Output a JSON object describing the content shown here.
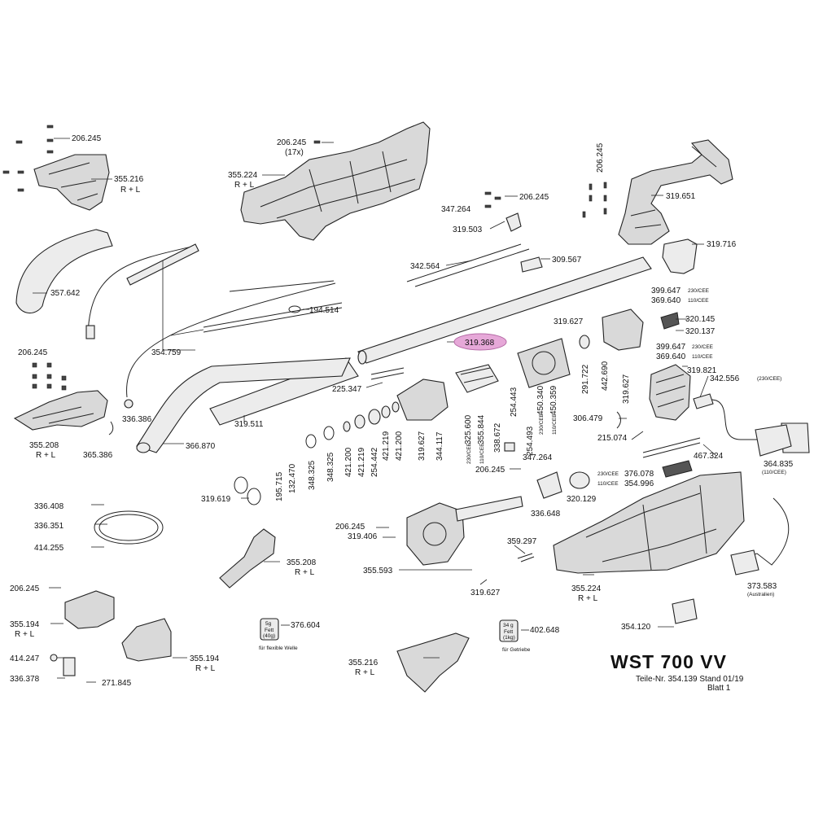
{
  "document": {
    "title": "WST  700 VV",
    "part_number_text": "Teile-Nr. 354.139",
    "revision_text": "Stand 01/19",
    "sheet_text": "Blatt 1"
  },
  "highlight_color": "#e6a8d8",
  "labels": {
    "l206245a": "206.245",
    "l355216a": "355.216",
    "rl_355216a": "R + L",
    "l206245b": "206.245",
    "x17": "(17x)",
    "l355224a": "355.224",
    "rl_355224a": "R + L",
    "l206245c": "206.245",
    "l319651": "319.651",
    "l347264a": "347.264",
    "l206245d": "206.245",
    "l319503": "319.503",
    "l319716": "319.716",
    "l357642": "357.642",
    "l342564": "342.564",
    "l309567": "309.567",
    "l399647a": "399.647",
    "v230a": "230/CEE",
    "l369640a": "369.640",
    "v110a": "110/CEE",
    "l194514": "194.514",
    "l319627a": "319.627",
    "l320145": "320.145",
    "l320137": "320.137",
    "l354759": "354.759",
    "l319368": "319.368",
    "l399647b": "399.647",
    "v230b": "230/CEE",
    "l369640b": "369.640",
    "v110b": "110/CEE",
    "l206245e": "206.245",
    "l319821": "319.821",
    "l342556": "342.556",
    "v230c": "(230/CEE)",
    "l225347": "225.347",
    "l254443": "254.443",
    "l450340": "450.340",
    "v230d": "230/CEE",
    "l450359": "450.359",
    "v110d": "110/CEE",
    "l291722": "291.722",
    "l442690": "442.690",
    "l319627b": "319.627",
    "l336386": "336.386",
    "l319511": "319.511",
    "l325600": "325.600",
    "v230e": "230/CEE",
    "l355844": "355.844",
    "v110e": "110/CEE",
    "l338672": "338.672",
    "l254493": "254.493",
    "l306479": "306.479",
    "l355208a": "355.208",
    "rl_355208a": "R + L",
    "l365386": "365.386",
    "l366870": "366.870",
    "l344117": "344.117",
    "l319627c": "319.627",
    "l421200a": "421.200",
    "l421219a": "421.219",
    "l254442": "254.442",
    "l421219b": "421.219",
    "l421200b": "421.200",
    "l348325a": "348.325",
    "l348325b": "348.325",
    "l132470": "132.470",
    "l195715": "195.715",
    "l215074": "215.074",
    "l467324": "467.324",
    "l347264b": "347.264",
    "l206245f": "206.245",
    "v230g": "230/CEE",
    "l376078": "376.078",
    "v110g": "110/CEE",
    "l354996": "354.996",
    "l364835": "364.835",
    "v110h": "(110/CEE)",
    "l320129": "320.129",
    "l336648": "336.648",
    "l319619": "319.619",
    "l336408": "336.408",
    "l336351": "336.351",
    "l206245g": "206.245",
    "l319406": "319.406",
    "l414255": "414.255",
    "l359297": "359.297",
    "l355208b": "355.208",
    "rl_355208b": "R + L",
    "l355593": "355.593",
    "l206245h": "206.245",
    "l319627d": "319.627",
    "l355224b": "355.224",
    "rl_355224b": "R + L",
    "l373583": "373.583",
    "australia": "(Australien)",
    "l355194a": "355.194",
    "rl_355194a": "R + L",
    "l376604": "376.604",
    "l402648": "402.648",
    "l354120": "354.120",
    "l355194b": "355.194",
    "rl_355194b": "R + L",
    "l414247": "414.247",
    "l336378": "336.378",
    "l271845": "271.845",
    "l355216b": "355.216",
    "rl_355216b": "R + L"
  },
  "grease_tubs": {
    "flexible_shaft": {
      "line1": "5g",
      "line2": "Fett",
      "line3": "(40g)",
      "caption": "für flexible Welle"
    },
    "gearbox": {
      "line1": "34 g",
      "line2": "Fett",
      "line3": "(1kg)",
      "caption": "für Getriebe"
    }
  }
}
